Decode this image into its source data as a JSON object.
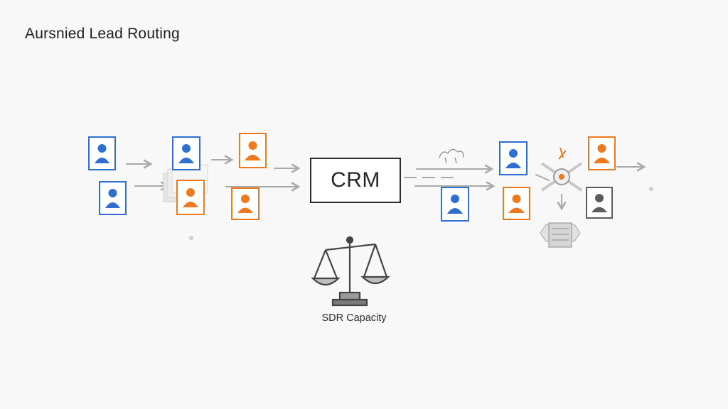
{
  "header": {
    "title": "Aursnied Lead Routing"
  },
  "crm": {
    "label": "CRM"
  },
  "capacity": {
    "label": "SDR Capacity"
  },
  "colors": {
    "blue": "#2f6fcf",
    "orange": "#ee7a1f",
    "gray": "#5d5d5d",
    "arrow": "#a9a9a9",
    "border": "#2b2b2b"
  },
  "icons": {
    "lead": "person-card-icon",
    "capacity": "balance-scale-icon",
    "router": "routing-hub-icon",
    "cards": "card-stack-icon",
    "server": "server-node-icon"
  }
}
